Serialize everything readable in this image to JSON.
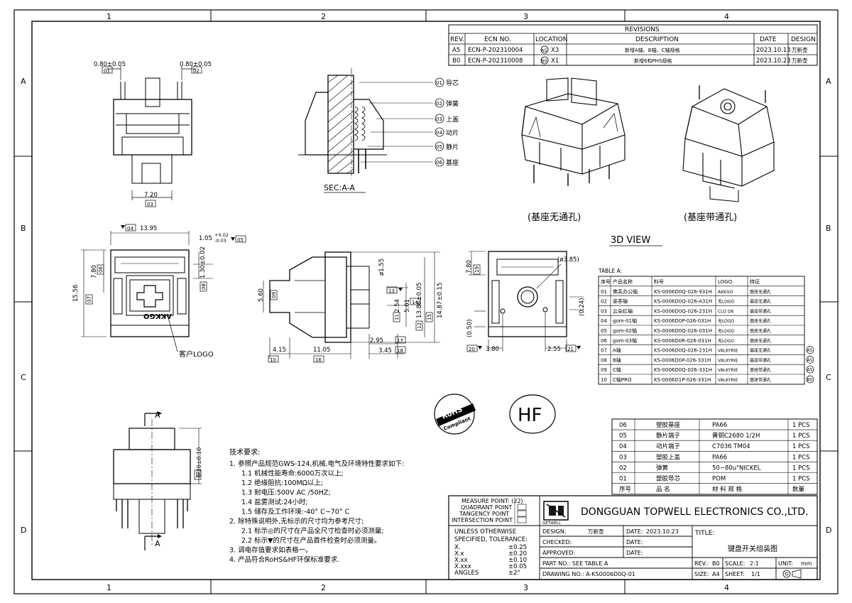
{
  "frame": {
    "col_labels": [
      "1",
      "2",
      "3",
      "4"
    ],
    "row_labels": [
      "A",
      "B",
      "C",
      "D"
    ]
  },
  "revisions": {
    "title": "REVISIONS",
    "headers": [
      "REV.",
      "ECN NO.",
      "LOCATION",
      "DESCRIPTION",
      "DATE",
      "DESIGN"
    ],
    "rows": [
      {
        "rev": "A5",
        "ecn": "ECN-P-202310004",
        "loc_mark": "A5",
        "loc": "X3",
        "desc": "新增A轴、B轴、C轴规格",
        "date": "2023.10.13",
        "design": "万新壶"
      },
      {
        "rev": "B0",
        "ecn": "ECN-P-202310008",
        "loc_mark": "B0",
        "loc": "X1",
        "desc": "新增6和PHS规格",
        "date": "2023.10.23",
        "design": "万新壶"
      }
    ]
  },
  "top_view": {
    "dim_left": "0.80±0.05",
    "dim_left_tag": "01",
    "dim_right": "0.80±0.05",
    "dim_right_tag": "02",
    "dim_width": "7.20",
    "dim_width_tag": "03"
  },
  "section": {
    "callouts": [
      {
        "no": "01",
        "label": "导芯"
      },
      {
        "no": "02",
        "label": "弹簧"
      },
      {
        "no": "03",
        "label": "上盖"
      },
      {
        "no": "04",
        "label": "动片"
      },
      {
        "no": "05",
        "label": "静片"
      },
      {
        "no": "06",
        "label": "基座"
      }
    ],
    "caption": "SEC:A-A"
  },
  "views3d": {
    "left_caption": "(基座无通孔)",
    "right_caption": "(基座带通孔)",
    "title": "3D VIEW"
  },
  "bottom_view": {
    "dim_width": "13.95",
    "dim_width_tag": "04",
    "dim_right": "1.05",
    "dim_right_tol_plus": "+0.02",
    "dim_right_tol_minus": "-0.03",
    "dim_right_tag": "05",
    "dim_h1": "7.80",
    "dim_h1_tag": "06",
    "dim_h2": "15.56",
    "dim_h2_tag": "07",
    "dim_h3": "1.30±0.02",
    "dim_h3_tag": "08",
    "logo_text": "AKKGO",
    "customer_logo": "客户LOGO"
  },
  "side_view": {
    "dim_560": "5.60",
    "dim_560_tag": "09",
    "dim_155": "ø1.55",
    "dim_1386": "13.86±0.05",
    "dim_1386_tag": "12",
    "dim_1487": "14.87±0.15",
    "dim_1487_tag": "15",
    "dim_254": "2.54",
    "dim_254_tag": "11",
    "dim_501": "5.01",
    "dim_501_tag": "14",
    "dim_13_tag": "13",
    "dim_295": "2.95",
    "dim_295_tag": "17",
    "dim_345": "3.45",
    "dim_345_tag": "18",
    "dim_415": "4.15",
    "dim_415_tag": "10",
    "dim_1105": "11.05",
    "dim_1105_tag": "16"
  },
  "base_view": {
    "dim_780": "7.80",
    "dim_780_tag": "19",
    "dim_385": "(ø3.85)",
    "dim_050": "(0.50)",
    "dim_024": "(0.24)",
    "dim_380": "3.80",
    "dim_380_tag": "20",
    "dim_255": "2.55",
    "dim_255_tag": "21"
  },
  "table_a": {
    "title": "TABLE A:",
    "headers": [
      "序号",
      "产品名称",
      "料号",
      "LOGO",
      "特征"
    ],
    "rows": [
      {
        "no": "01",
        "name": "佛系办公轴",
        "pn": "KS-0006D0Q-026-931H",
        "logo": "AKKGO",
        "feat": "基座无通孔",
        "mark": ""
      },
      {
        "no": "02",
        "name": "巫茶轴",
        "pn": "KS-0006D0Q-026-A31H",
        "logo": "无LOGO",
        "feat": "基座无通孔",
        "mark": ""
      },
      {
        "no": "03",
        "name": "云朵红轴",
        "pn": "KS-0006D0Q-026-231H",
        "logo": "CLO D6",
        "feat": "基座带通孔",
        "mark": ""
      },
      {
        "no": "04",
        "name": "gom-01轴",
        "pn": "KS-0006D0P-026-031H",
        "logo": "无LOGO",
        "feat": "基座无通孔",
        "mark": ""
      },
      {
        "no": "05",
        "name": "gom-02轴",
        "pn": "KS-0006D0Q-026-031H",
        "logo": "无LOGO",
        "feat": "基座无通孔",
        "mark": ""
      },
      {
        "no": "06",
        "name": "gom-03轴",
        "pn": "KS-0006D0R-026-031H",
        "logo": "无LOGO",
        "feat": "基座无通孔",
        "mark": ""
      },
      {
        "no": "07",
        "name": "A轴",
        "pn": "KS-0006D0Q-026-231H",
        "logo": "VALKYRIE",
        "feat": "基座无通孔",
        "mark": "A5"
      },
      {
        "no": "08",
        "name": "B轴",
        "pn": "KS-0006D0P-026-331H",
        "logo": "VALKYRIE",
        "feat": "基座带通孔",
        "mark": "A5"
      },
      {
        "no": "09",
        "name": "C轴",
        "pn": "KS-0006D0Q-026-331H",
        "logo": "VALKYRIE",
        "feat": "基座带通孔",
        "mark": "A5"
      },
      {
        "no": "10",
        "name": "C轴PRO",
        "pn": "KS-0006D1P-026-331H",
        "logo": "VALKYRIE",
        "feat": "基座带通孔",
        "mark": "B0"
      }
    ]
  },
  "badges": {
    "rohs_top": "RoHS",
    "rohs_bottom": "Compliant",
    "hf": "HF"
  },
  "front_view": {
    "section_mark": "A",
    "dim_020": "0.20±0.10",
    "dim_020_tag": "22"
  },
  "bom": {
    "rows": [
      {
        "no": "06",
        "name": "塑胶基座",
        "mat": "PA66",
        "qty": "1 PCS"
      },
      {
        "no": "05",
        "name": "静片端子",
        "mat": "黄铜C2680 1/2H",
        "qty": "1 PCS"
      },
      {
        "no": "04",
        "name": "动片端子",
        "mat": "C7036 TM04",
        "qty": "1 PCS"
      },
      {
        "no": "03",
        "name": "塑胶上盖",
        "mat": "PA66",
        "qty": "1 PCS"
      },
      {
        "no": "02",
        "name": "弹簧",
        "mat": "50~80u\"NICKEL",
        "qty": "1 PCS"
      },
      {
        "no": "01",
        "name": "塑胶导芯",
        "mat": "POM",
        "qty": "1 PCS"
      }
    ],
    "headers": [
      "序号",
      "品 名",
      "材 料 规 格",
      "数量"
    ]
  },
  "notes": {
    "title": "技术要求:",
    "lines": [
      "1.  参照产品规范GWS-124,机械,电气及环境特性要求如下:",
      "    1.1  机械性能寿命:6000万次以上;",
      "    1.2  绝缘阻抗:100MΩ以上;",
      "    1.3  耐电压:500V AC /50HZ;",
      "    1.4  盐雾测试:24小时;",
      "    1.5  储存及工作环境:-40° C~70° C",
      "2.  除特殊说明外,无标示的尺寸均为参考尺寸;",
      "    2.1  标示◎的尺寸在产品全尺寸检查时必须测量;",
      "    2.2  标示▼的尺寸在产品首件检查时必须测量。",
      "3.  调电存值要求如表格一。",
      "4.  产品符合RoHS&HF环保标准要求."
    ]
  },
  "title_block": {
    "measure_point": "MEASURE POINT: (22)",
    "quadrant_point": "QUADRANT POINT",
    "tangency_point": "TANGENCY POINT",
    "intersection_point": "INTERSECTION POINT",
    "company_logo": "GETWELL",
    "company": "DONGGUAN TOPWELL ELECTRONICS CO.,LTD.",
    "unless": "UNLESS OTHERWISE",
    "specified": "SPECIFIED, TOLERANCE:",
    "tolerances": [
      {
        "k": "X.",
        "v": "±0.25"
      },
      {
        "k": "X.x",
        "v": "±0.20"
      },
      {
        "k": "X.xx",
        "v": "±0.10"
      },
      {
        "k": "X.xxx",
        "v": "±0.05"
      },
      {
        "k": "ANGLES",
        "v": "±2°"
      }
    ],
    "design_label": "DESIGN:",
    "design_value": "万新壶",
    "date_label": "DATE:",
    "date_value": "2023.10.23",
    "checked_label": "CHECKED:",
    "approved_label": "APPROVED:",
    "title_label": "TITLE:",
    "title_value": "键盘开关组装图",
    "part_no": "PART NO.: SEE TABLE A",
    "drawing_no": "DRAWING NO.: A-KS0006D0Q-01",
    "rev_label": "REV.:",
    "rev_value": "B0",
    "scale_label": "SCALE:",
    "scale_value": "2:1",
    "unit_label": "UNIT:",
    "unit_value": "mm",
    "size_label": "SIZE:",
    "size_value": "A4",
    "sheet_label": "SHEET:",
    "sheet_value": "1/1"
  }
}
